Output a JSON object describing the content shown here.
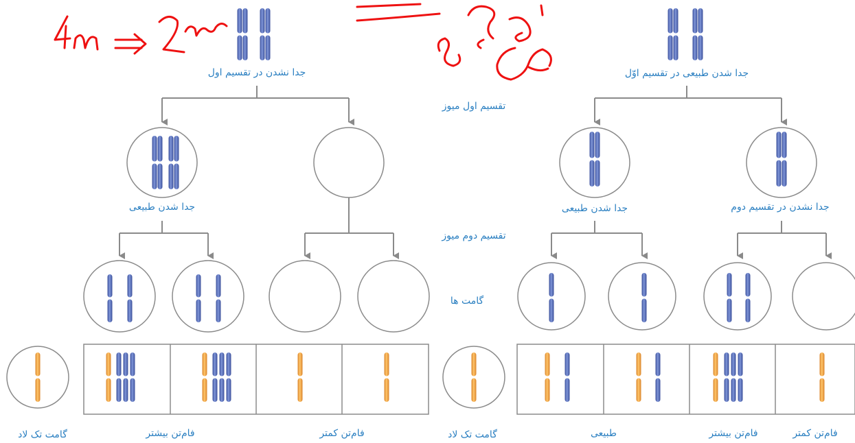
{
  "colors": {
    "blue": "#5b74c2",
    "blue_dark": "#3a4f9a",
    "orange": "#f2a23a",
    "orange_dark": "#d9832a",
    "line": "#8a8a8a",
    "text_blue": "#2a7fc1",
    "ink_red": "#ee1111"
  },
  "left_side": {
    "top_label": "جدا نشدن در تقسیم اول",
    "child_label": "جدا شدن طبیعی"
  },
  "center": {
    "meiosis1_label": "تقسیم اول میوز",
    "meiosis2_label": "تقسیم دوم میوز",
    "gametes_label": "گامت ها"
  },
  "right_side": {
    "top_label": "جدا شدن طبیعی در تقسیم اوّل",
    "child_left_label": "جدا شدن طبیعی",
    "child_right_label": "جدا نشدن در تقسیم دوم"
  },
  "bottom_labels": {
    "monoploid_gamete_left": "گامت تک لاد",
    "more_chromosome_left": "فام‌تن بیشتر",
    "fewer_chromosome_left": "فام‌تن کمتر",
    "monoploid_gamete_right": "گامت تک لاد",
    "normal": "طبیعی",
    "more_chromosome_right": "فام‌تن بیشتر",
    "fewer_chromosome_right": "فام‌تن کمتر"
  },
  "handwriting": {
    "equation": "4n ⇒ 2n"
  }
}
